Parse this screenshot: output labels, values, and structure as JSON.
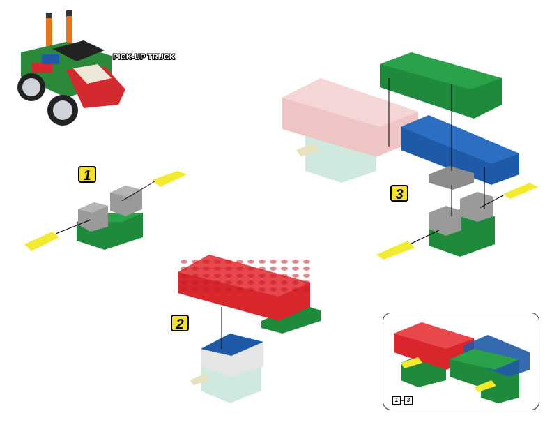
{
  "title": "PICK-UP TRUCK",
  "steps": [
    {
      "number": "1"
    },
    {
      "number": "2"
    },
    {
      "number": "3"
    }
  ],
  "summary": {
    "ref_start": "1",
    "ref_sep": "-",
    "ref_end": "3"
  },
  "colors": {
    "red": "#d8262c",
    "green": "#1f8a3b",
    "blue": "#1f5aa8",
    "gray": "#8c8c8c",
    "pink": "#efc4c4",
    "yellow": "#f2ea2e",
    "mint": "#cfe9de",
    "badge": "#f4e12a"
  }
}
